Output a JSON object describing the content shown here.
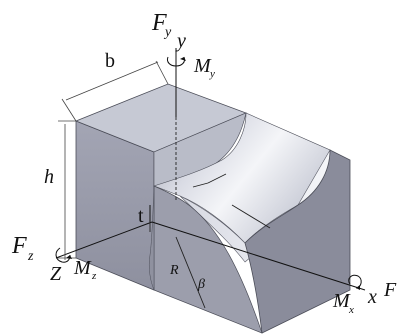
{
  "labels": {
    "fy_main": "F",
    "fy_sub": "y",
    "y_axis": "y",
    "my_main": "M",
    "my_sub": "y",
    "b": "b",
    "h": "h",
    "t": "t",
    "fz_main": "F",
    "fz_sub": "z",
    "z_axis": "Z",
    "mz_main": "M",
    "mz_sub": "z",
    "r": "R",
    "beta": "β",
    "mx_main": "M",
    "mx_sub": "x",
    "x_axis": "x",
    "fx_main": "F"
  },
  "colors": {
    "top_face": "#c5c8d3",
    "front_face": "#9a9cab",
    "side_face": "#7f8190",
    "groove_light": "#e9ebf1",
    "groove_mid": "#b4b7c4",
    "groove_dark": "#8c8e9d",
    "edge": "#4b4d58"
  }
}
